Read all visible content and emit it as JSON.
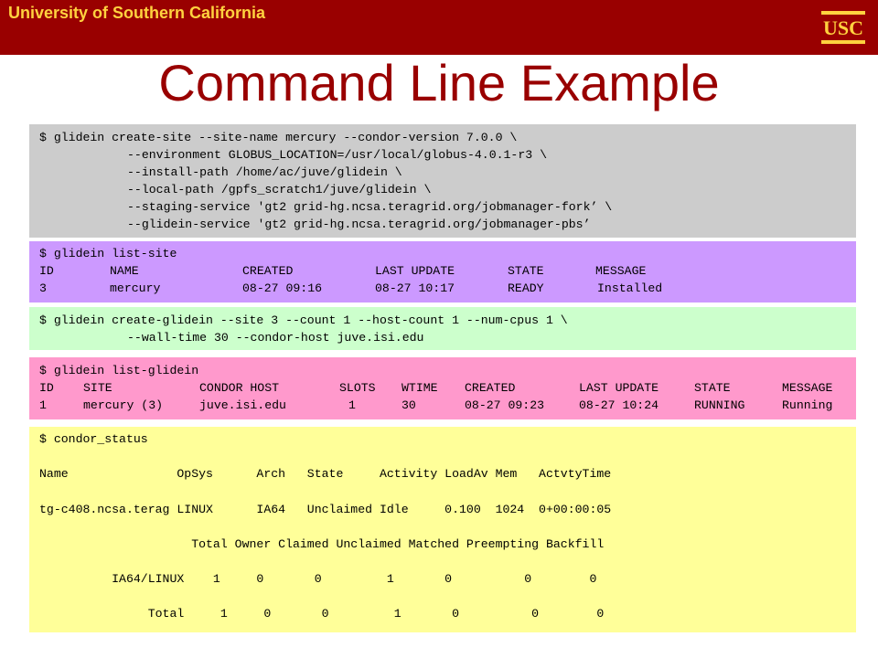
{
  "header": {
    "title": "University of Southern California",
    "logo_text": "USC",
    "brand_color": "#990000",
    "accent_color": "#ffd23f"
  },
  "slide": {
    "title": "Command Line Example"
  },
  "create_site": {
    "lines": [
      "$ glidein create-site --site-name mercury --condor-version 7.0.0 \\",
      "--environment GLOBUS_LOCATION=/usr/local/globus-4.0.1-r3 \\",
      "--install-path /home/ac/juve/glidein \\",
      "--local-path /gpfs_scratch1/juve/glidein \\",
      "--staging-service 'gt2 grid-hg.ncsa.teragrid.org/jobmanager-fork’ \\",
      "--glidein-service 'gt2 grid-hg.ncsa.teragrid.org/jobmanager-pbs’"
    ]
  },
  "list_site": {
    "command": "$ glidein list-site",
    "headers": [
      "ID",
      "NAME",
      "CREATED",
      "LAST UPDATE",
      "STATE",
      "MESSAGE"
    ],
    "rows": [
      [
        "3",
        "mercury",
        "08-27 09:16",
        "08-27 10:17",
        "READY",
        "Installed"
      ]
    ]
  },
  "create_glidein": {
    "lines": [
      "$ glidein create-glidein --site 3 --count 1 --host-count 1 --num-cpus 1 \\",
      "--wall-time 30 --condor-host juve.isi.edu"
    ]
  },
  "list_glidein": {
    "command": "$ glidein list-glidein",
    "headers": [
      "ID",
      "SITE",
      "CONDOR HOST",
      "SLOTS",
      "WTIME",
      "CREATED",
      "LAST UPDATE",
      "STATE",
      "MESSAGE"
    ],
    "rows": [
      [
        "1",
        "mercury (3)",
        "juve.isi.edu",
        "1",
        "30",
        "08-27 09:23",
        "08-27 10:24",
        "RUNNING",
        "Running"
      ]
    ]
  },
  "condor_status": {
    "lines": [
      "$ condor_status",
      "Name               OpSys      Arch   State     Activity LoadAv Mem   ActvtyTime",
      "tg-c408.ncsa.terag LINUX      IA64   Unclaimed Idle     0.100  1024  0+00:00:05",
      "                     Total Owner Claimed Unclaimed Matched Preempting Backfill",
      "          IA64/LINUX    1     0       0         1       0          0        0",
      "               Total     1     0       0         1       0          0        0"
    ]
  }
}
